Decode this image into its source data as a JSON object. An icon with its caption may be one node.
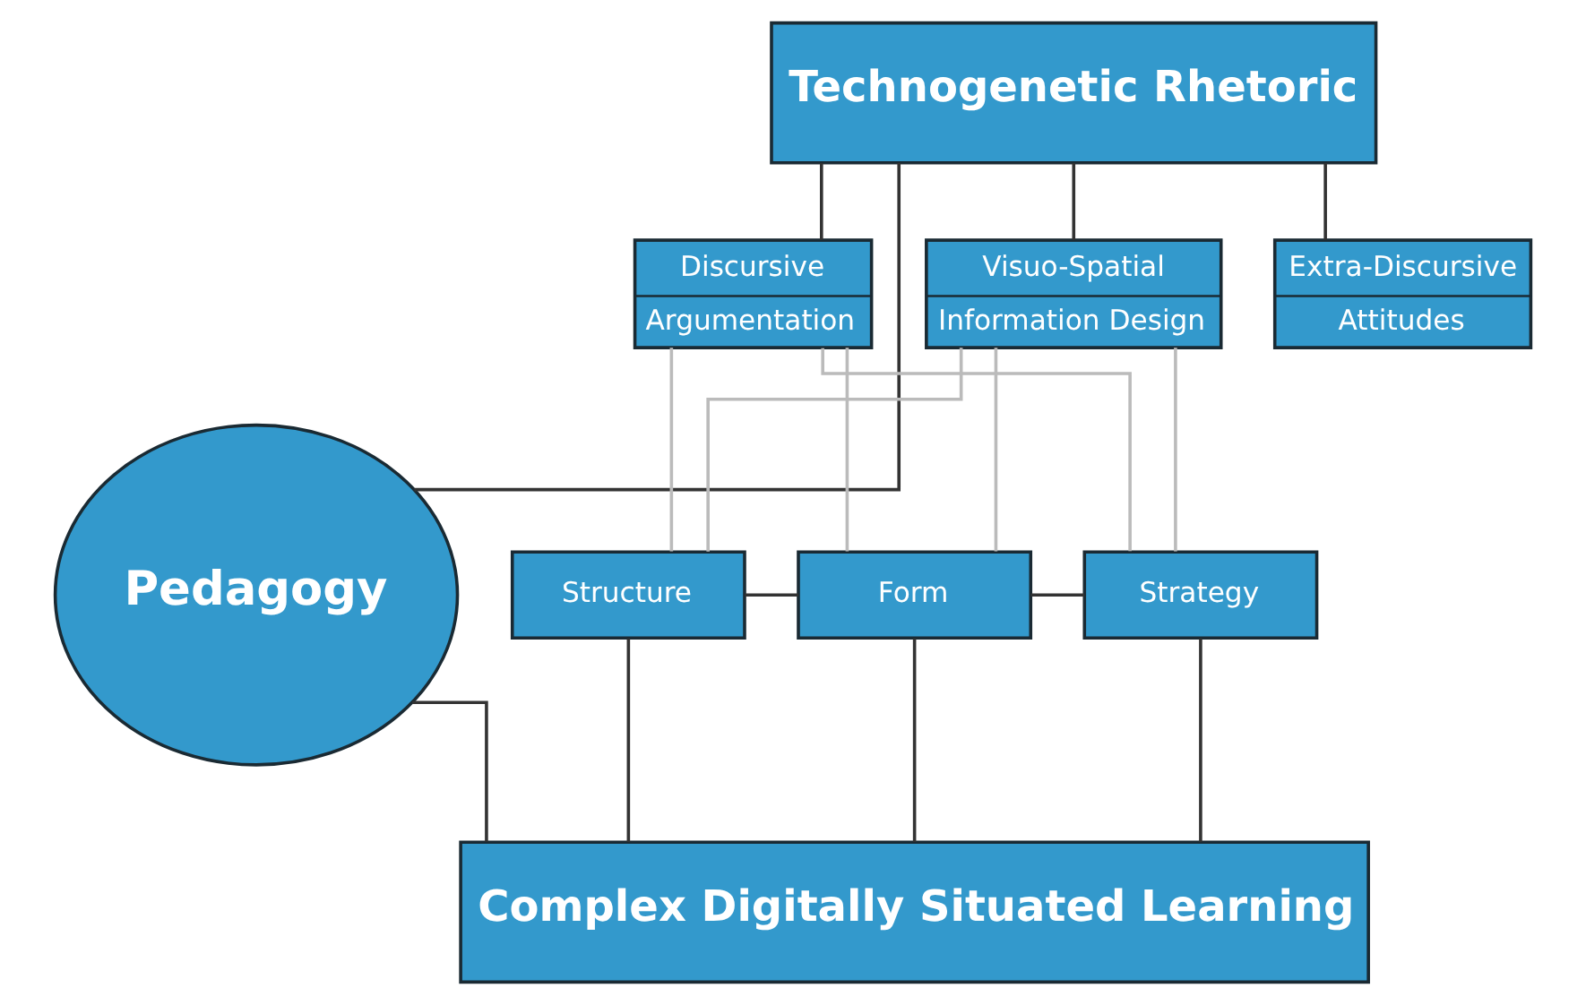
{
  "diagram": {
    "nodes": [
      {
        "text": [
          "Technogenetic Rhetoric"
        ]
      },
      {
        "text": [
          "Pedagogy"
        ]
      },
      {
        "text": [
          "Discursive",
          "Argumentation"
        ]
      },
      {
        "text": [
          "Extra-Discursive",
          "Attitudes"
        ]
      },
      {
        "text": [
          "Visuo-Spatial",
          "Information Design"
        ]
      },
      {
        "text": [
          "Structure"
        ]
      },
      {
        "text": [
          "Form"
        ]
      },
      {
        "text": [
          "Strategy"
        ]
      },
      {
        "text": [
          "Complex Digitally Situated Learning"
        ]
      }
    ],
    "edges": [
      {
        "from": 1,
        "to": 0,
        "arrow": "none"
      },
      {
        "from": 1,
        "to": 8,
        "arrow": "none"
      },
      {
        "from": 0,
        "to": 2,
        "arrow": "none"
      },
      {
        "from": 0,
        "to": 3,
        "arrow": "none"
      },
      {
        "from": 0,
        "to": 4,
        "arrow": "none"
      },
      {
        "from": 2,
        "to": 5,
        "arrow": "none",
        "color": "#bbbbbb"
      },
      {
        "from": 2,
        "to": 6,
        "arrow": "none",
        "color": "#bbbbbb"
      },
      {
        "from": 2,
        "to": 7,
        "arrow": "none",
        "color": "#bbbbbb"
      },
      {
        "from": 4,
        "to": 5,
        "arrow": "none",
        "color": "#bbbbbb"
      },
      {
        "from": 4,
        "to": 6,
        "arrow": "none",
        "color": "#bbbbbb"
      },
      {
        "from": 4,
        "to": 7,
        "arrow": "none",
        "color": "#bbbbbb"
      },
      {
        "from": 5,
        "to": 6,
        "arrow": "none"
      },
      {
        "from": 6,
        "to": 7,
        "arrow": "none"
      },
      {
        "from": 5,
        "to": 8,
        "arrow": "none"
      },
      {
        "from": 6,
        "to": 8,
        "arrow": "none"
      },
      {
        "from": 7,
        "to": 8,
        "arrow": "none"
      }
    ]
  }
}
